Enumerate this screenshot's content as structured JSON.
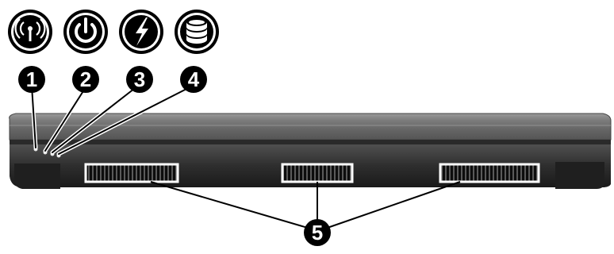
{
  "title": "",
  "icons": [
    {
      "name": "wireless-icon",
      "callout": "1"
    },
    {
      "name": "power-icon",
      "callout": "2"
    },
    {
      "name": "lightning-icon",
      "callout": "3"
    },
    {
      "name": "drive-icon",
      "callout": "4"
    }
  ],
  "callouts": [
    "1",
    "2",
    "3",
    "4",
    "5"
  ],
  "colors": {
    "badge": "#000000",
    "badge_text": "#ffffff",
    "laptop_body": "#3a3a3a",
    "laptop_lid": "#6b6b6b",
    "vent": "#111111",
    "vent_frame": "#ffffff"
  }
}
